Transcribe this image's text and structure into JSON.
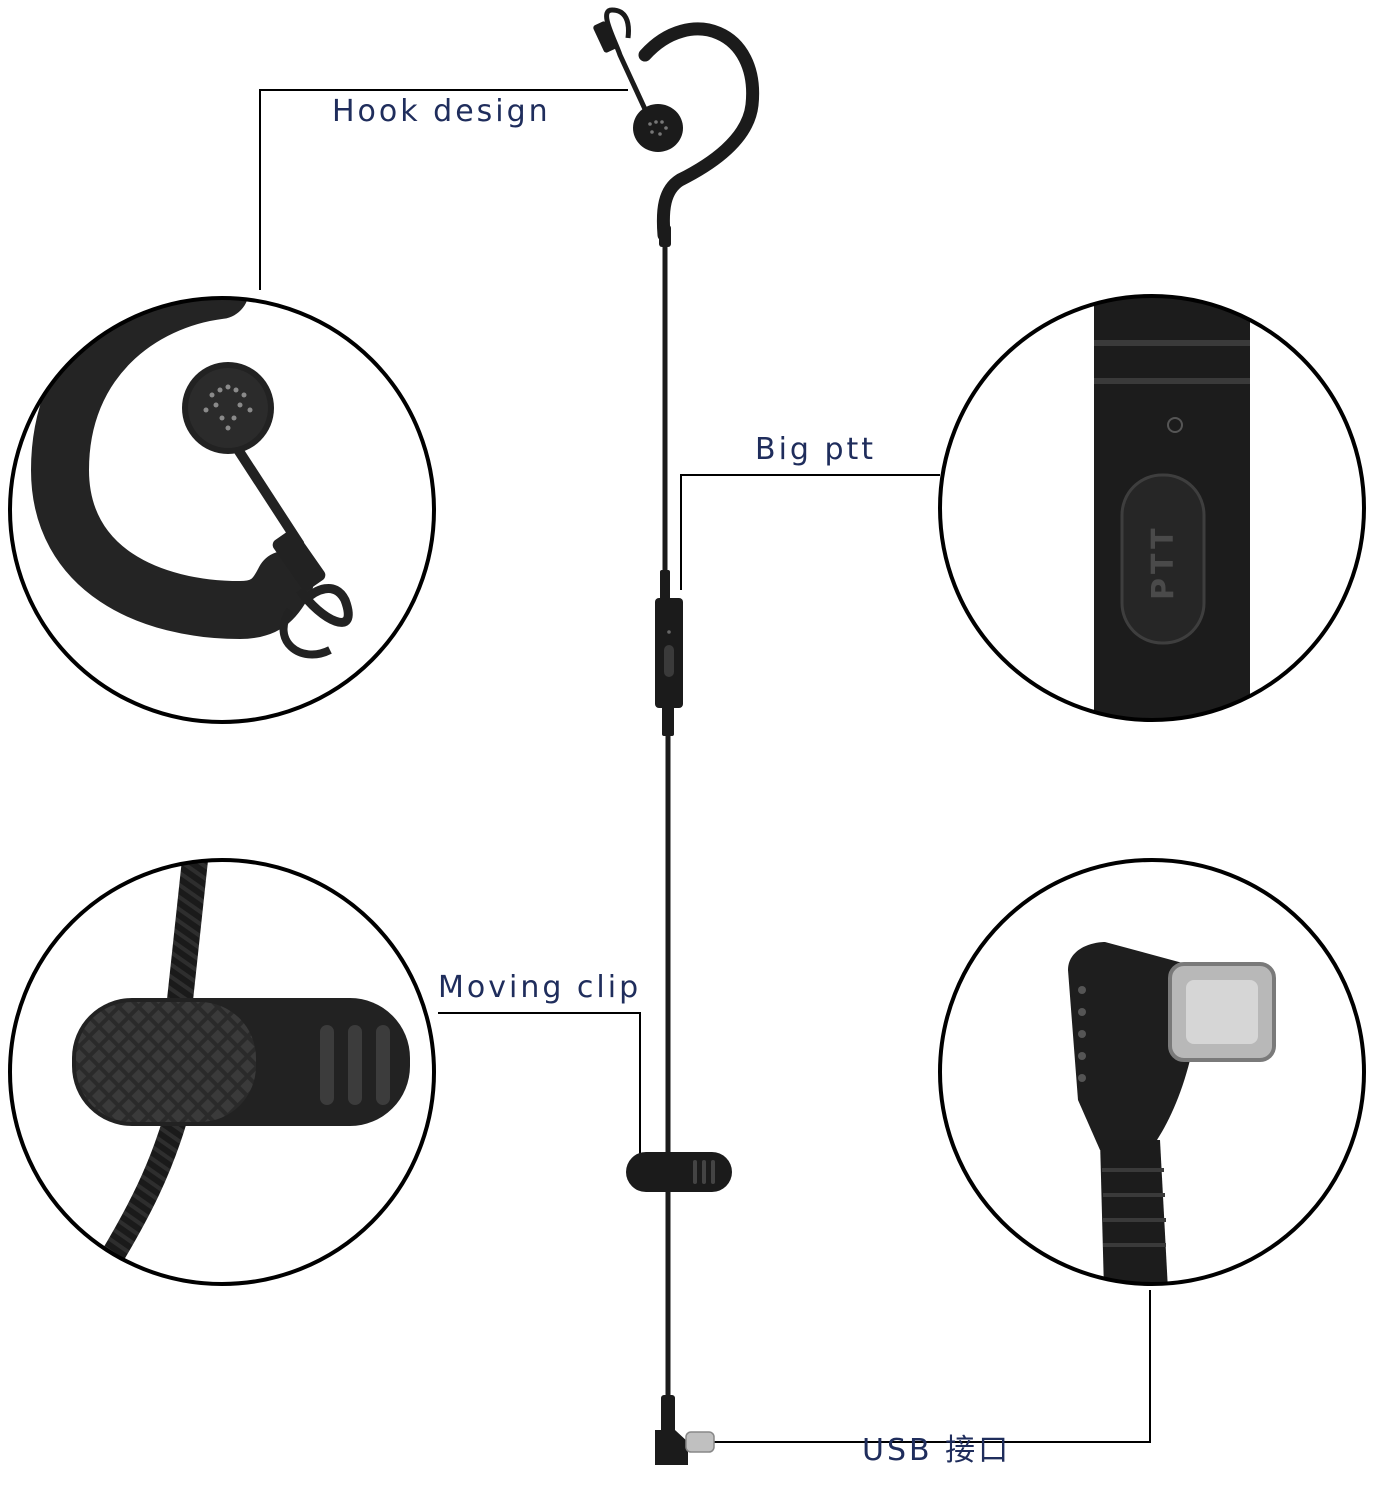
{
  "callouts": {
    "hook": "Hook design",
    "ptt": "Big ptt",
    "clip": "Moving clip",
    "usb": "USB 接口"
  },
  "ptt_button_text": "PTT",
  "colors": {
    "background": "#ffffff",
    "label_text": "#1f2d5c",
    "product_black": "#1b1b1b",
    "leader_line": "#000000"
  },
  "icons": [
    "earpiece-icon",
    "ear-hook-icon",
    "ptt-button-icon",
    "belt-clip-icon",
    "usb-c-connector-icon"
  ]
}
